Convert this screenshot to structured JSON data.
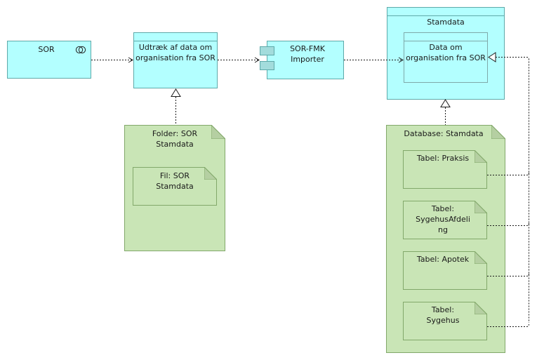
{
  "nodes": {
    "sor": {
      "label": "SOR",
      "icon": "application-collaboration-icon"
    },
    "extract": {
      "label": "Udtræk af data om\norganisation fra SOR"
    },
    "importer": {
      "label": "SOR-FMK\nImporter"
    },
    "stamdata": {
      "label": "Stamdata"
    },
    "data_om": {
      "label": "Data om\norganisation fra SOR"
    },
    "folder": {
      "label": "Folder: SOR\nStamdata"
    },
    "fil": {
      "label": "Fil: SOR\nStamdata"
    },
    "database": {
      "label": "Database: Stamdata"
    },
    "tables": [
      {
        "label": "Tabel: Praksis"
      },
      {
        "label": "Tabel:\nSygehusAfdeli\nng"
      },
      {
        "label": "Tabel: Apotek"
      },
      {
        "label": "Tabel:\nSygehus"
      }
    ]
  },
  "colors": {
    "application_fill": "#b3ffff",
    "application_border": "#5ea9a9",
    "artifact_fill": "#c9e5b6",
    "artifact_border": "#82a86a"
  }
}
